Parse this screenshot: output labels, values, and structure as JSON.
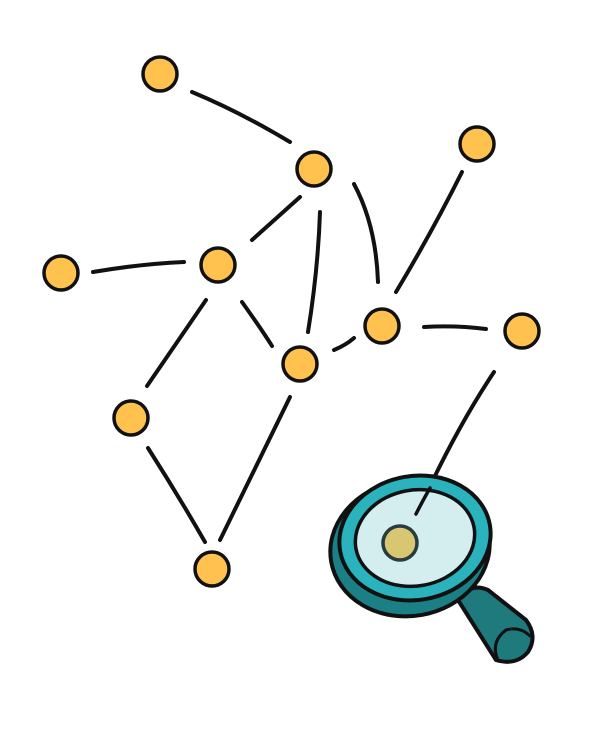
{
  "diagram": {
    "type": "network-graph-illustration",
    "node_count": 12,
    "edge_count": 15,
    "colors": {
      "background": "#ffffff",
      "node_fill": "#ffc24e",
      "stroke": "#111111",
      "lens_rim": "#2ab3bd",
      "lens_rim_dark": "#1b7f86",
      "lens_glass": "#d4eef0",
      "handle": "#1f7a7e",
      "magnified_node": "#d9c673"
    },
    "icons": [
      "magnifying-glass-icon"
    ]
  }
}
